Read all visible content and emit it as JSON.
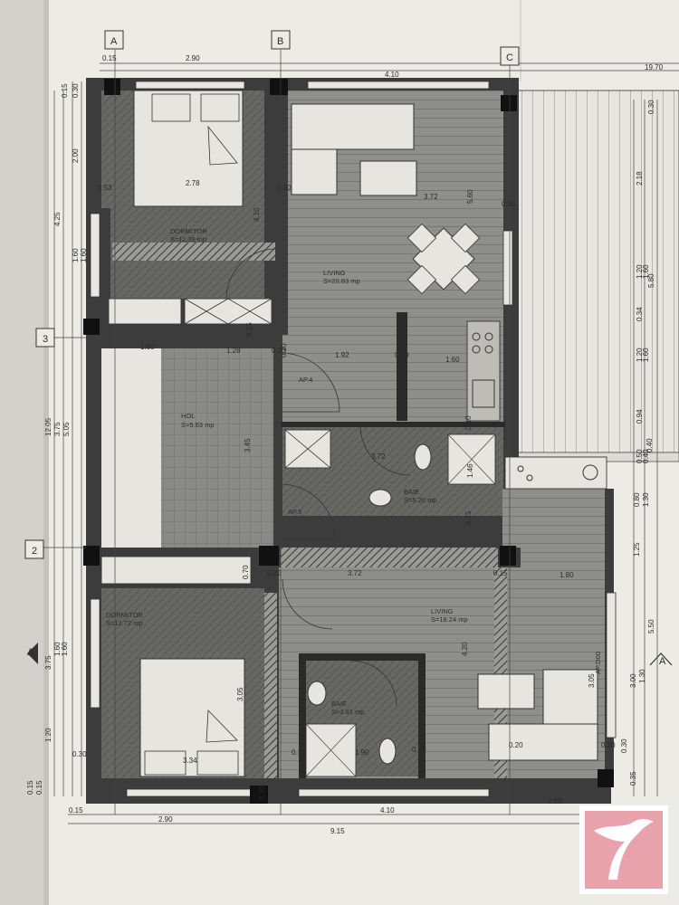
{
  "axes": {
    "columns": [
      "A",
      "B",
      "C"
    ],
    "rows": [
      "3",
      "2"
    ]
  },
  "dimensions": {
    "top": [
      "0.15",
      "2.90",
      "4.10",
      "19.70"
    ],
    "bottom": [
      "0.15",
      "2.90",
      "4.10",
      "2.00",
      "9.15"
    ],
    "left": [
      "0.15",
      "0.30",
      "2.00",
      "4.25",
      "1.60",
      "1.60",
      "12.05",
      "3.75",
      "5.05",
      "3.75",
      "1.60",
      "1.60",
      "1.20",
      "0.15",
      "0.15"
    ],
    "right": [
      "0.30",
      "2.18",
      "5.80",
      "1.60",
      "1.20",
      "0.34",
      "1.20",
      "1.60",
      "0.94",
      "0.40",
      "0.50",
      "0.80",
      "1.30",
      "1.25",
      "5.50",
      "3.00",
      "1.30",
      "0.35",
      "0.30"
    ],
    "interior": [
      "0.53",
      "2.78",
      "0.20",
      "4.10",
      "3.72",
      "5.60",
      "0.35",
      "0.15",
      "1.50",
      "1.28",
      "0.20",
      "1.92",
      "0.20",
      "1.60",
      "0.10",
      "3.45",
      "3.72",
      "1.46",
      "0.15",
      "0.70",
      "0.20",
      "3.72",
      "0.15",
      "1.80",
      "4.20",
      "3.05",
      "3.05",
      "3.34",
      "0.30",
      "0.10",
      "1.90",
      "0.10",
      "0.20",
      "0.30",
      "0.20",
      "0.40",
      "0.20"
    ]
  },
  "rooms": {
    "dormitor1": {
      "name": "DORMITOR",
      "area": "S=11.39 mp"
    },
    "living1": {
      "name": "LIVING",
      "area": "S=20.83 mp"
    },
    "hol": {
      "name": "HOL",
      "area": "S=5.63 mp"
    },
    "baie1": {
      "name": "BAIE",
      "area": "S=5.20 mp"
    },
    "dormitor2": {
      "name": "DORMITOR",
      "area": "S=12.72 mp"
    },
    "living2": {
      "name": "LIVING",
      "area": "S=18.24 mp"
    },
    "baie2": {
      "name": "BAIE",
      "area": "S=3.61 mp"
    }
  },
  "doors": {
    "ap4": "AP.4",
    "ap5": "AP.5",
    "ap_d": "AP.D00"
  },
  "section_marker": "A",
  "colors": {
    "paper": "#ecebe6",
    "wall": "#3c3c3c",
    "floor_tile": "#7d7d7b",
    "floor_wood": "#8b8b88",
    "logo_pink": "#e8a2ac"
  }
}
